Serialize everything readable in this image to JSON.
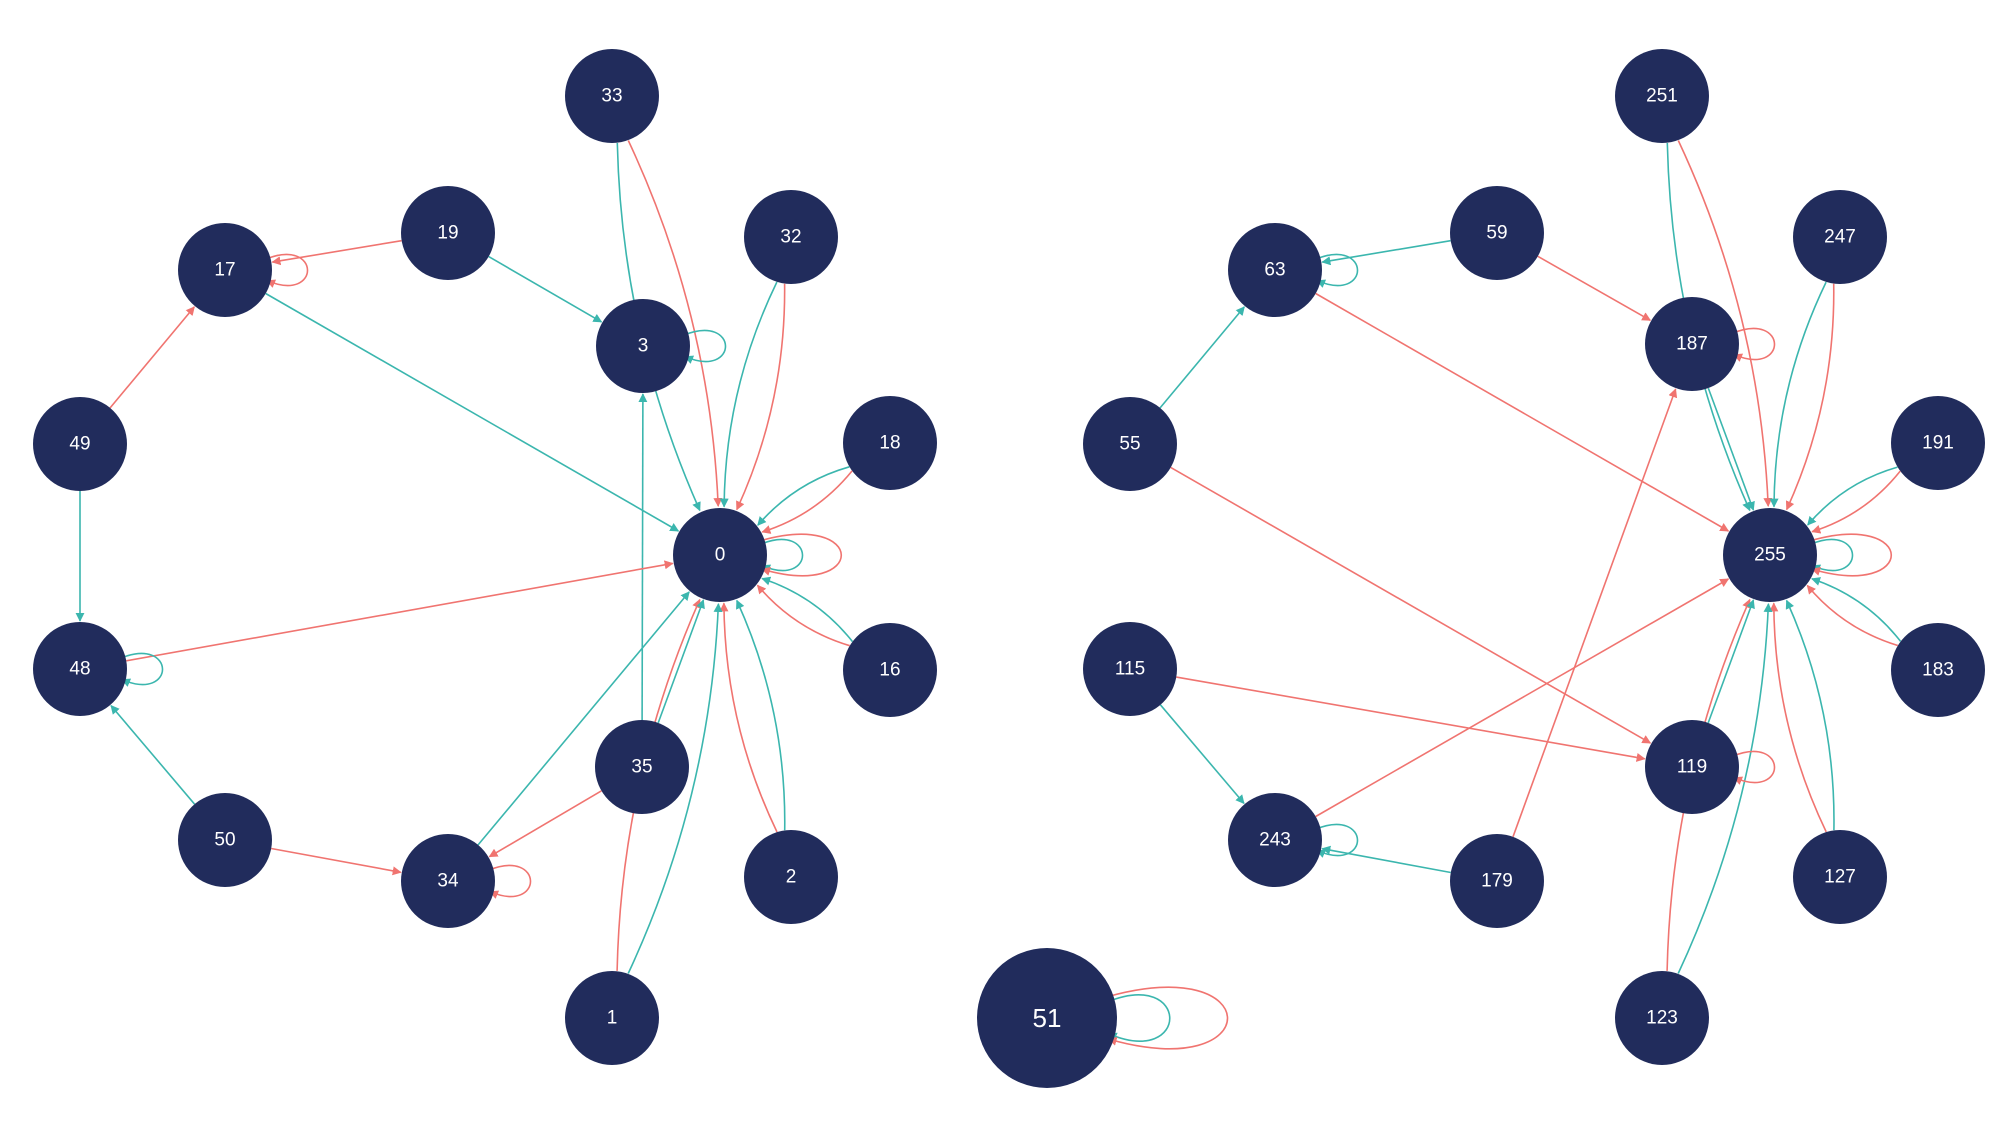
{
  "colors": {
    "node_fill": "#212C5C",
    "node_label": "#FFFFFF",
    "edge_red": "#F07470",
    "edge_teal": "#3BB6AE",
    "background": "#FFFFFF"
  },
  "graph": {
    "nodes": [
      {
        "id": "33",
        "label": "33"
      },
      {
        "id": "32",
        "label": "32"
      },
      {
        "id": "19",
        "label": "19"
      },
      {
        "id": "17",
        "label": "17"
      },
      {
        "id": "3",
        "label": "3"
      },
      {
        "id": "49",
        "label": "49"
      },
      {
        "id": "18",
        "label": "18"
      },
      {
        "id": "0",
        "label": "0"
      },
      {
        "id": "48",
        "label": "48"
      },
      {
        "id": "16",
        "label": "16"
      },
      {
        "id": "35",
        "label": "35"
      },
      {
        "id": "50",
        "label": "50"
      },
      {
        "id": "34",
        "label": "34"
      },
      {
        "id": "2",
        "label": "2"
      },
      {
        "id": "1",
        "label": "1"
      },
      {
        "id": "251",
        "label": "251"
      },
      {
        "id": "247",
        "label": "247"
      },
      {
        "id": "59",
        "label": "59"
      },
      {
        "id": "63",
        "label": "63"
      },
      {
        "id": "187",
        "label": "187"
      },
      {
        "id": "55",
        "label": "55"
      },
      {
        "id": "191",
        "label": "191"
      },
      {
        "id": "255",
        "label": "255"
      },
      {
        "id": "115",
        "label": "115"
      },
      {
        "id": "183",
        "label": "183"
      },
      {
        "id": "119",
        "label": "119"
      },
      {
        "id": "243",
        "label": "243"
      },
      {
        "id": "179",
        "label": "179"
      },
      {
        "id": "127",
        "label": "127"
      },
      {
        "id": "123",
        "label": "123"
      },
      {
        "id": "51",
        "label": "51"
      }
    ],
    "edges": [
      {
        "from": "33",
        "to": "0",
        "color": "red"
      },
      {
        "from": "33",
        "to": "0",
        "color": "teal"
      },
      {
        "from": "32",
        "to": "0",
        "color": "red"
      },
      {
        "from": "32",
        "to": "0",
        "color": "teal"
      },
      {
        "from": "18",
        "to": "0",
        "color": "red"
      },
      {
        "from": "18",
        "to": "0",
        "color": "teal"
      },
      {
        "from": "16",
        "to": "0",
        "color": "red"
      },
      {
        "from": "16",
        "to": "0",
        "color": "teal"
      },
      {
        "from": "2",
        "to": "0",
        "color": "red"
      },
      {
        "from": "2",
        "to": "0",
        "color": "teal"
      },
      {
        "from": "1",
        "to": "0",
        "color": "red"
      },
      {
        "from": "1",
        "to": "0",
        "color": "teal"
      },
      {
        "from": "35",
        "to": "0",
        "color": "teal"
      },
      {
        "from": "35",
        "to": "3",
        "color": "teal"
      },
      {
        "from": "35",
        "to": "34",
        "color": "red"
      },
      {
        "from": "34",
        "to": "0",
        "color": "teal"
      },
      {
        "from": "19",
        "to": "17",
        "color": "red"
      },
      {
        "from": "19",
        "to": "3",
        "color": "teal"
      },
      {
        "from": "17",
        "to": "0",
        "color": "teal"
      },
      {
        "from": "49",
        "to": "17",
        "color": "red"
      },
      {
        "from": "49",
        "to": "48",
        "color": "teal"
      },
      {
        "from": "48",
        "to": "0",
        "color": "red"
      },
      {
        "from": "50",
        "to": "48",
        "color": "teal"
      },
      {
        "from": "50",
        "to": "34",
        "color": "red"
      },
      {
        "from": "251",
        "to": "255",
        "color": "red"
      },
      {
        "from": "251",
        "to": "255",
        "color": "teal"
      },
      {
        "from": "247",
        "to": "255",
        "color": "red"
      },
      {
        "from": "247",
        "to": "255",
        "color": "teal"
      },
      {
        "from": "191",
        "to": "255",
        "color": "red"
      },
      {
        "from": "191",
        "to": "255",
        "color": "teal"
      },
      {
        "from": "183",
        "to": "255",
        "color": "red"
      },
      {
        "from": "183",
        "to": "255",
        "color": "teal"
      },
      {
        "from": "127",
        "to": "255",
        "color": "red"
      },
      {
        "from": "127",
        "to": "255",
        "color": "teal"
      },
      {
        "from": "123",
        "to": "255",
        "color": "red"
      },
      {
        "from": "123",
        "to": "255",
        "color": "teal"
      },
      {
        "from": "187",
        "to": "255",
        "color": "teal"
      },
      {
        "from": "119",
        "to": "255",
        "color": "teal"
      },
      {
        "from": "59",
        "to": "63",
        "color": "teal"
      },
      {
        "from": "59",
        "to": "187",
        "color": "red"
      },
      {
        "from": "63",
        "to": "255",
        "color": "red"
      },
      {
        "from": "55",
        "to": "63",
        "color": "teal"
      },
      {
        "from": "55",
        "to": "119",
        "color": "red"
      },
      {
        "from": "115",
        "to": "243",
        "color": "teal"
      },
      {
        "from": "115",
        "to": "119",
        "color": "red"
      },
      {
        "from": "243",
        "to": "255",
        "color": "red"
      },
      {
        "from": "179",
        "to": "243",
        "color": "teal"
      },
      {
        "from": "179",
        "to": "187",
        "color": "red"
      }
    ],
    "self_loops": [
      {
        "node": "0",
        "colors": [
          "teal",
          "red"
        ]
      },
      {
        "node": "3",
        "colors": [
          "teal"
        ]
      },
      {
        "node": "17",
        "colors": [
          "red"
        ]
      },
      {
        "node": "48",
        "colors": [
          "teal"
        ]
      },
      {
        "node": "34",
        "colors": [
          "red"
        ]
      },
      {
        "node": "255",
        "colors": [
          "teal",
          "red"
        ]
      },
      {
        "node": "187",
        "colors": [
          "red"
        ]
      },
      {
        "node": "63",
        "colors": [
          "teal"
        ]
      },
      {
        "node": "119",
        "colors": [
          "red"
        ]
      },
      {
        "node": "243",
        "colors": [
          "teal"
        ]
      },
      {
        "node": "51",
        "colors": [
          "teal",
          "red"
        ]
      }
    ]
  }
}
